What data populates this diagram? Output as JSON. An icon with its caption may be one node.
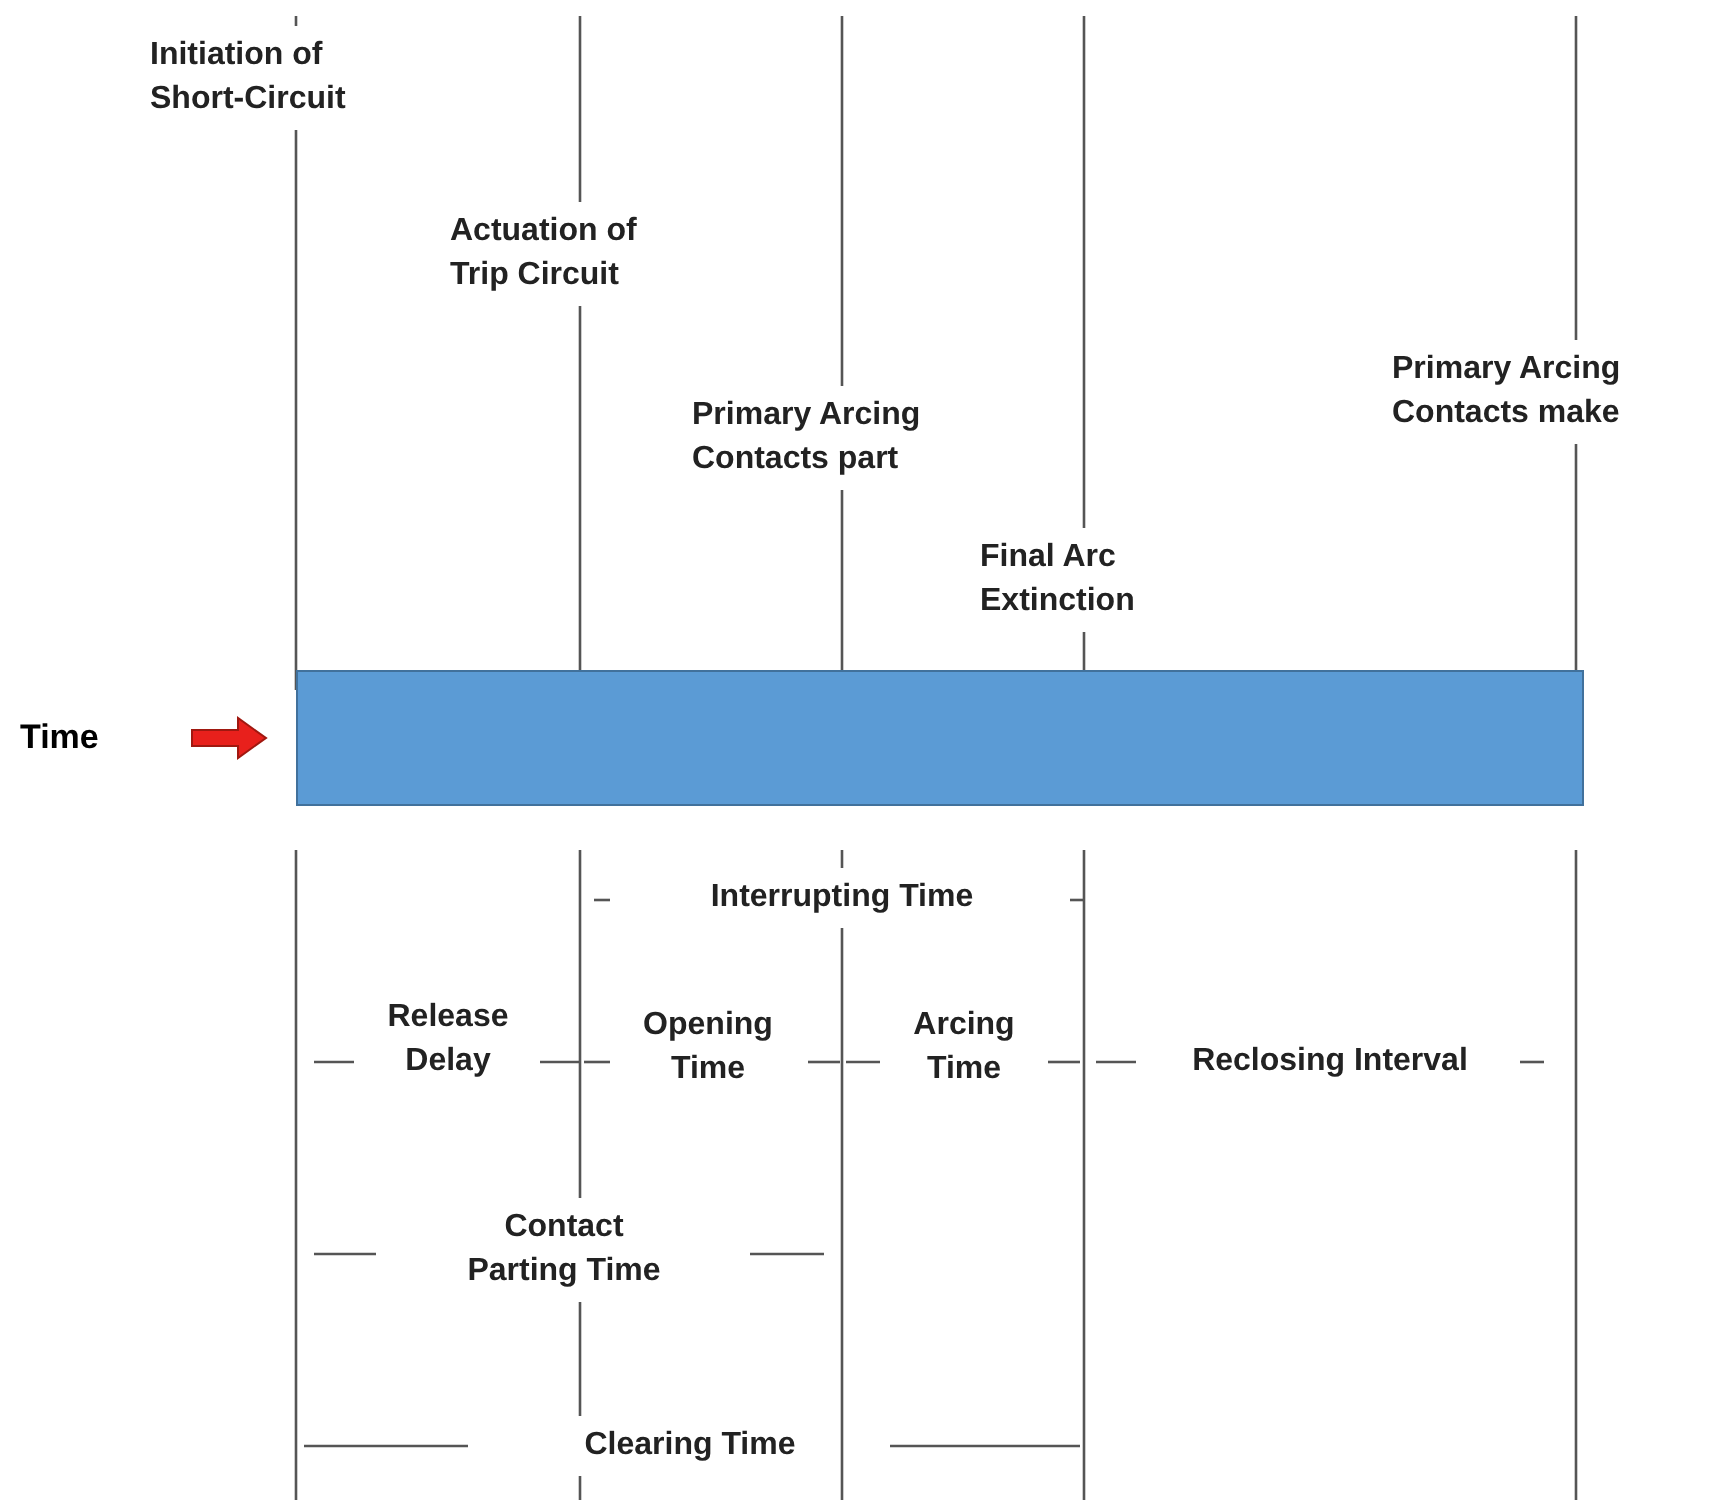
{
  "diagram": {
    "nodes": [
      {
        "text": [
          "Time"
        ]
      },
      {
        "text": [],
        "shape": "bar"
      }
    ],
    "edges": [
      {
        "from": 0,
        "to": 1,
        "arrow": "to",
        "style": "thick",
        "color": "#e8201c"
      }
    ],
    "labels": [
      "Initiation of Short-Circuit",
      "Actuation of Trip Circuit",
      "Primary Arcing Contacts part",
      "Final Arc Extinction",
      "Primary Arcing Contacts make",
      "Interrupting Time",
      "Release Delay",
      "Opening Time",
      "Arcing Time",
      "Reclosing Interval",
      "Contact Parting Time",
      "Clearing Time"
    ]
  }
}
